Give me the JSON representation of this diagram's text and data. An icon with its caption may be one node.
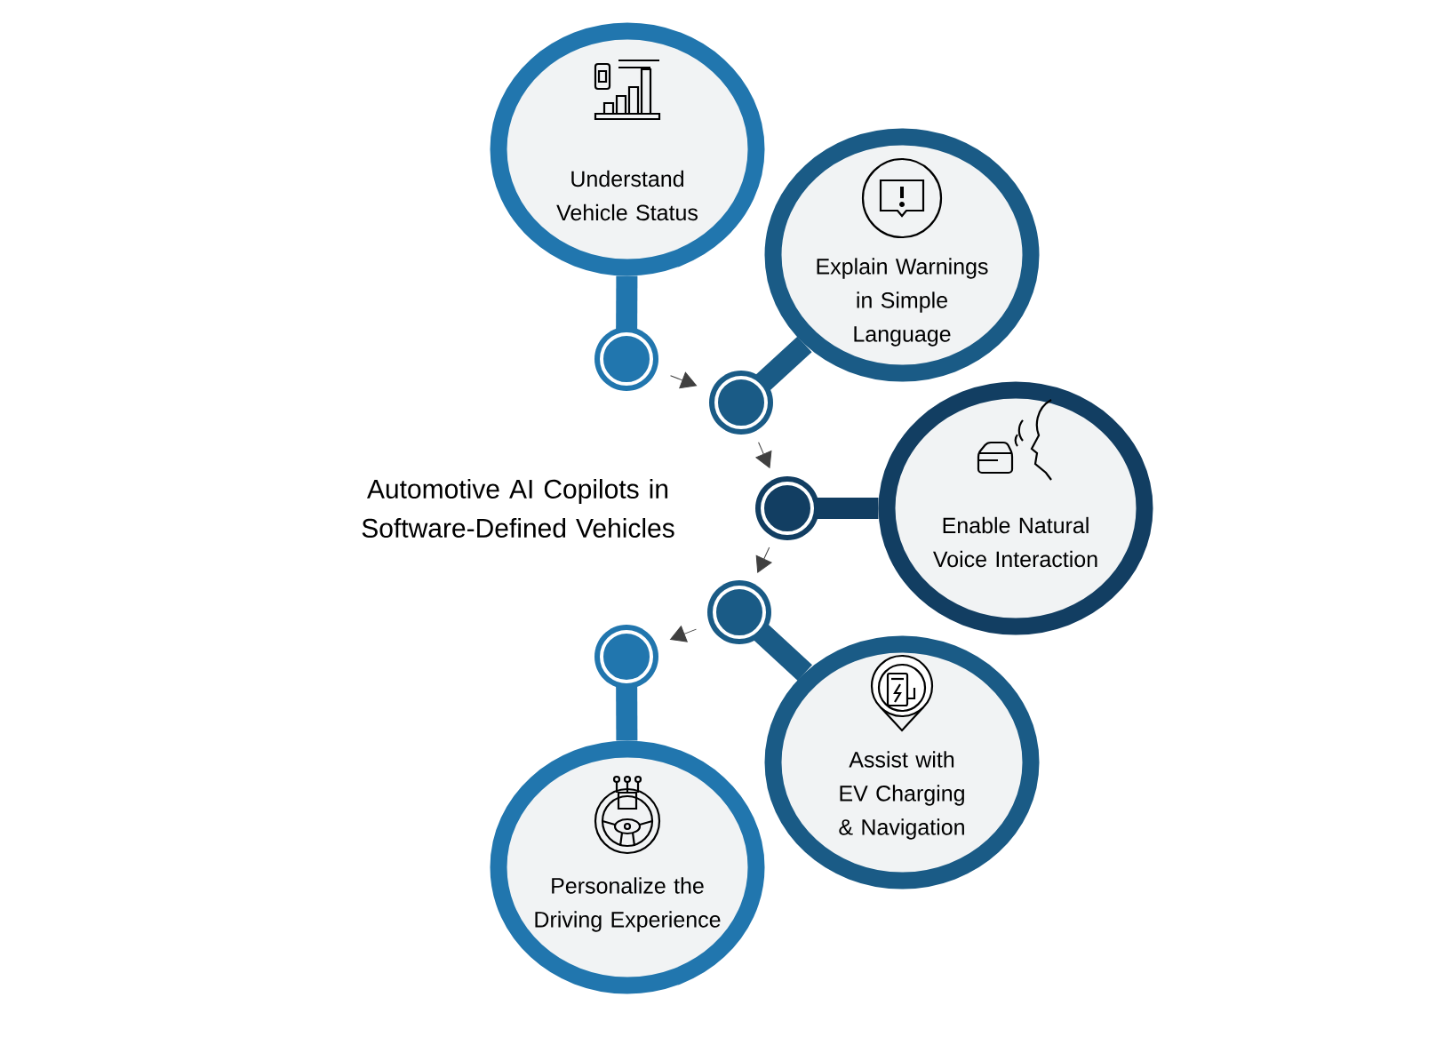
{
  "diagram": {
    "title": "Automotive AI Copilots in Software-Defined Vehicles",
    "nodes": [
      {
        "text": [
          "Understand Vehicle Status"
        ]
      },
      {
        "text": [],
        "shape": "circle"
      },
      {
        "text": [
          "Explain Warnings in Simple Language"
        ]
      },
      {
        "text": [],
        "shape": "circle"
      },
      {
        "text": [
          "Enable Natural Voice Interaction"
        ]
      },
      {
        "text": [],
        "shape": "circle"
      },
      {
        "text": [],
        "shape": "circle"
      },
      {
        "text": [
          "Assist with EV Charging & Navigation"
        ]
      },
      {
        "text": [],
        "shape": "circle"
      },
      {
        "text": [
          "Personalize the Driving Experience"
        ]
      }
    ],
    "edges": [
      {
        "from": 0,
        "to": 1,
        "arrow": "none",
        "color": "#2176ae"
      },
      {
        "from": 2,
        "to": 3,
        "arrow": "none",
        "color": "#1a5b86"
      },
      {
        "from": 4,
        "to": 5,
        "arrow": "none",
        "color": "#123e62"
      },
      {
        "from": 7,
        "to": 6,
        "arrow": "none",
        "color": "#1a5b86"
      },
      {
        "from": 9,
        "to": 8,
        "arrow": "none",
        "color": "#2176ae"
      },
      {
        "from": 1,
        "to": 3,
        "arrow": "to"
      },
      {
        "from": 3,
        "to": 5,
        "arrow": "to"
      },
      {
        "from": 5,
        "to": 6,
        "arrow": "to"
      },
      {
        "from": 6,
        "to": 8,
        "arrow": "to"
      }
    ]
  }
}
